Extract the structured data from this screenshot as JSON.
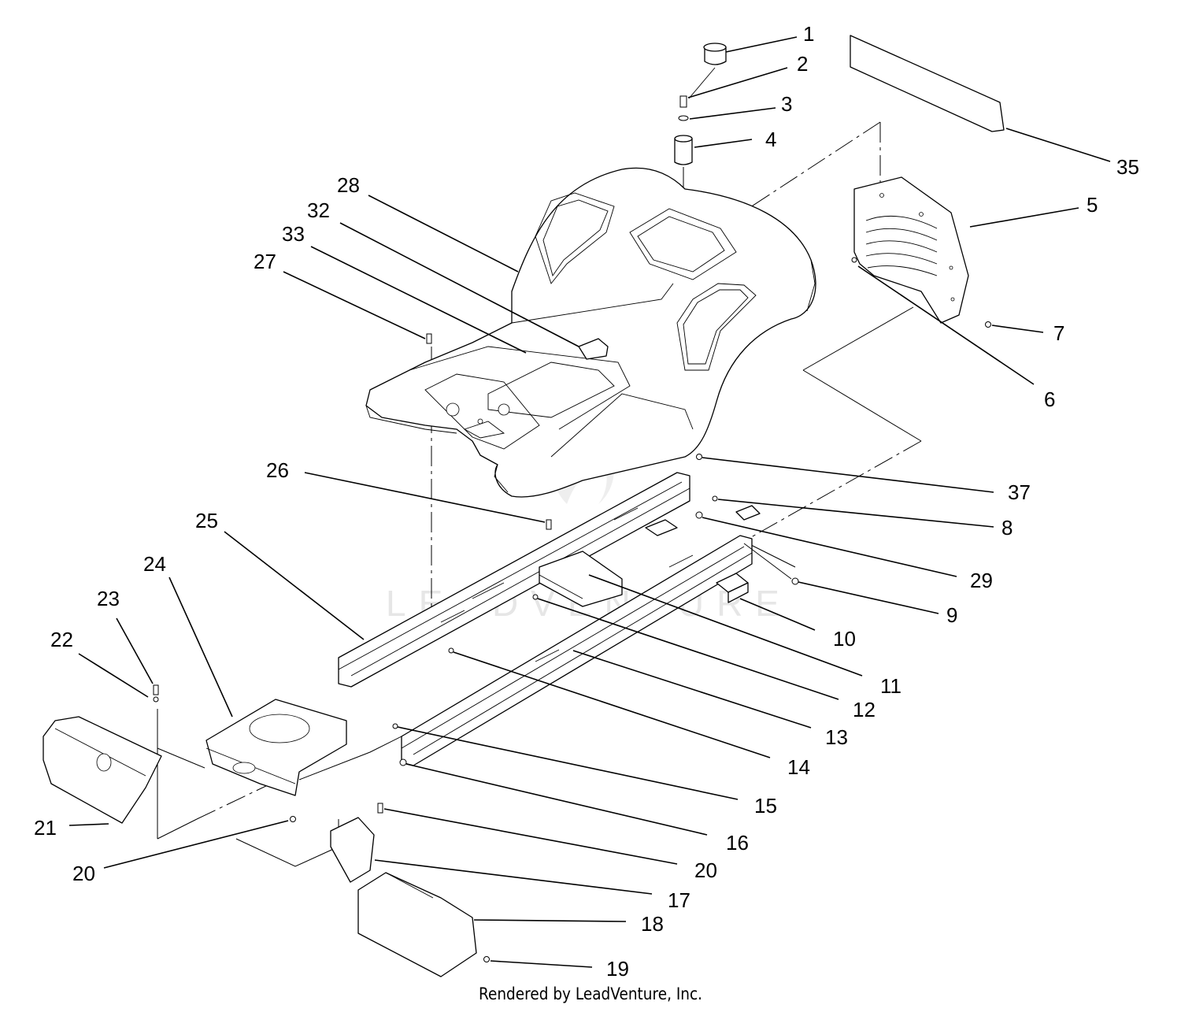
{
  "watermark": "LEADVENTURE",
  "footer": "Rendered by LeadVenture, Inc.",
  "callouts": [
    {
      "label": "1"
    },
    {
      "label": "2"
    },
    {
      "label": "3"
    },
    {
      "label": "4"
    },
    {
      "label": "35"
    },
    {
      "label": "5"
    },
    {
      "label": "7"
    },
    {
      "label": "6"
    },
    {
      "label": "28"
    },
    {
      "label": "32"
    },
    {
      "label": "33"
    },
    {
      "label": "27"
    },
    {
      "label": "26"
    },
    {
      "label": "37"
    },
    {
      "label": "8"
    },
    {
      "label": "29"
    },
    {
      "label": "9"
    },
    {
      "label": "25"
    },
    {
      "label": "10"
    },
    {
      "label": "24"
    },
    {
      "label": "11"
    },
    {
      "label": "23"
    },
    {
      "label": "12"
    },
    {
      "label": "22"
    },
    {
      "label": "13"
    },
    {
      "label": "14"
    },
    {
      "label": "15"
    },
    {
      "label": "16"
    },
    {
      "label": "21"
    },
    {
      "label": "20"
    },
    {
      "label": "20"
    },
    {
      "label": "17"
    },
    {
      "label": "18"
    },
    {
      "label": "19"
    }
  ]
}
